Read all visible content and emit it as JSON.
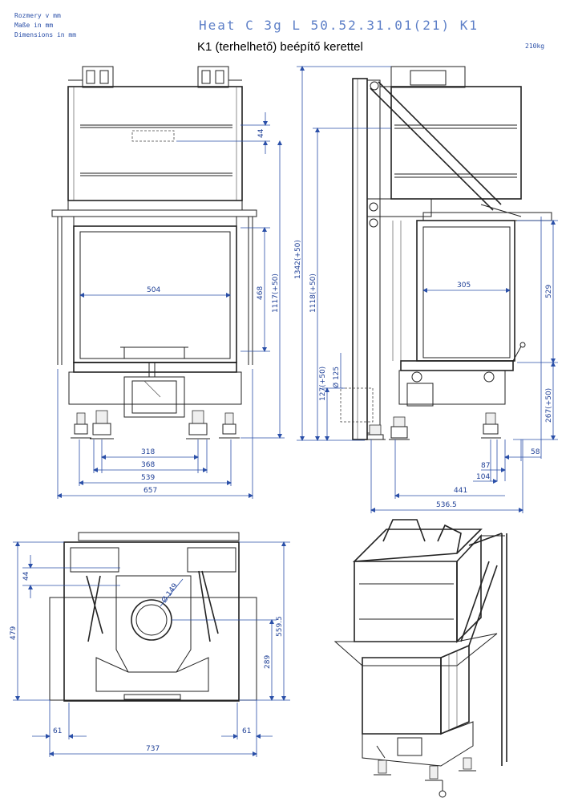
{
  "header": {
    "lines": [
      "Rozmery v mm",
      "Maße in mm",
      "Dimensions in mm"
    ],
    "title": "Heat C 3g L 50.52.31.01(21) K1",
    "subtitle": "K1 (terhelhető) beépítő kerettel",
    "weight": "210kg"
  },
  "front_view": {
    "dims": {
      "d44": "44",
      "d504": "504",
      "d468": "468",
      "d1117": "1117(+50)",
      "d318": "318",
      "d368": "368",
      "d539": "539",
      "d657": "657"
    }
  },
  "side_view": {
    "dims": {
      "d1342": "1342(+50)",
      "d1118": "1118(+50)",
      "d127": "127(+50)",
      "d125": "Ø 125",
      "d305": "305",
      "d529": "529",
      "d267": "267(+50)",
      "d58": "58",
      "d87": "87",
      "d104": "104",
      "d441": "441",
      "d536": "536.5"
    }
  },
  "top_view": {
    "dims": {
      "d44": "44",
      "d479": "479",
      "d149": "Ø 149",
      "d559": "559.5",
      "d289": "289",
      "d61a": "61",
      "d61b": "61",
      "d737": "737"
    }
  }
}
